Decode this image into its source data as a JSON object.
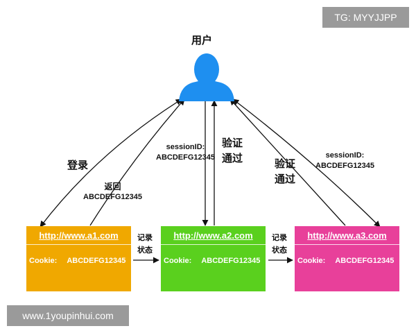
{
  "user_label": "用户",
  "login_label": "登录",
  "return_label": {
    "line1": "返回",
    "line2": "ABCDEFG12345"
  },
  "session_left": {
    "line1": "sessionID:",
    "line2": "ABCDEFG12345"
  },
  "session_right": {
    "line1": "sessionID:",
    "line2": "ABCDEFG12345"
  },
  "verify_left": {
    "line1": "验证",
    "line2": "通过"
  },
  "verify_right": {
    "line1": "验证",
    "line2": "通过"
  },
  "record_1": {
    "line1": "记录",
    "line2": "状态"
  },
  "record_2": {
    "line1": "记录",
    "line2": "状态"
  },
  "sites": [
    {
      "url": "http://www.a1.com",
      "cookie_label": "Cookie:",
      "cookie_value": "ABCDEFG12345",
      "color": "#f0a800"
    },
    {
      "url": "http://www.a2.com",
      "cookie_label": "Cookie:",
      "cookie_value": "ABCDEFG12345",
      "color": "#5ad01e"
    },
    {
      "url": "http://www.a3.com",
      "cookie_label": "Cookie:",
      "cookie_value": "ABCDEFG12345",
      "color": "#e8409a"
    }
  ],
  "watermark_top": "TG: MYYJJPP",
  "watermark_bottom": "www.1youpinhui.com",
  "user_icon_color": "#1e8ff0"
}
